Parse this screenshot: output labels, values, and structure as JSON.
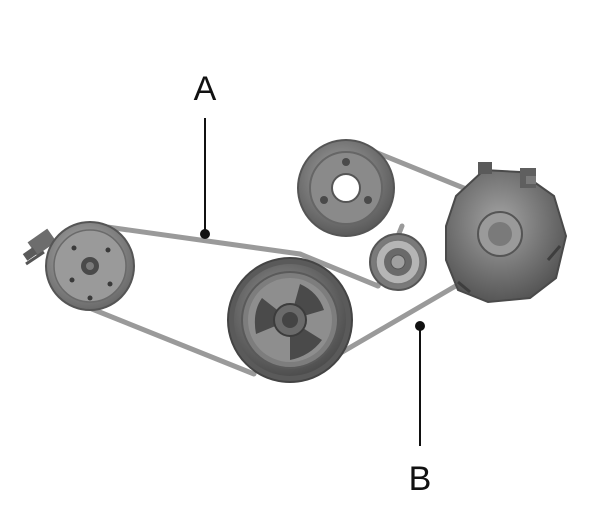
{
  "callouts": [
    {
      "id": "A",
      "label": "A"
    },
    {
      "id": "B",
      "label": "B"
    }
  ],
  "colors": {
    "background": "#ffffff",
    "belt": "#9a9a9a",
    "pulley_dark": "#5f5f5f",
    "pulley_mid": "#8a8a8a",
    "pulley_light": "#bdbdbd",
    "leader": "#111111"
  },
  "components": [
    {
      "name": "ac-compressor-pulley"
    },
    {
      "name": "crankshaft-pulley"
    },
    {
      "name": "water-pump-pulley"
    },
    {
      "name": "idler-pulley"
    },
    {
      "name": "alternator"
    }
  ]
}
